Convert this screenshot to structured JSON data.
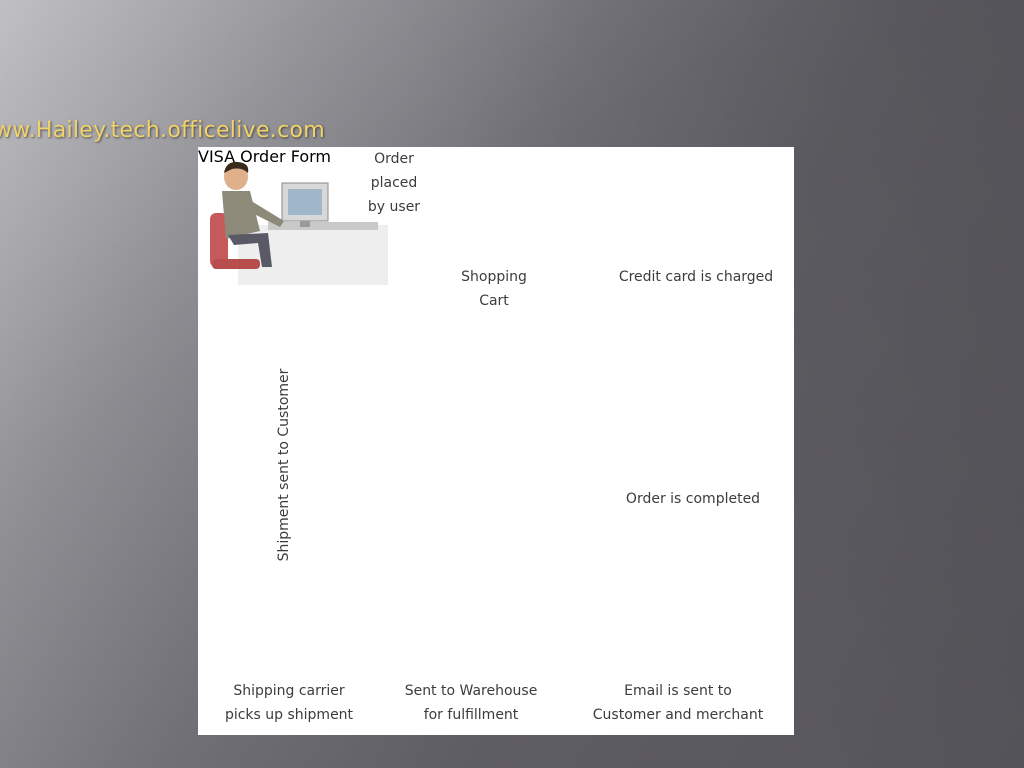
{
  "slide": {
    "watermark_url": "ww.Hailey.tech.officelive.com"
  },
  "diagram": {
    "order_label_lines": [
      "Order",
      "placed",
      "by user"
    ],
    "cart_label_lines": [
      "Shopping",
      "Cart"
    ],
    "credit_label": "Credit card is charged",
    "visa_text": "VISA",
    "form_title": "Order Form",
    "order_completed_label": "Order is completed",
    "email_label_lines": [
      "Email is sent to",
      "Customer and merchant"
    ],
    "warehouse_label_lines": [
      "Sent to Warehouse",
      "for fulfillment"
    ],
    "carrier_label_lines": [
      "Shipping carrier",
      "picks up shipment"
    ],
    "shipment_label": "Shipment sent to Customer"
  },
  "colors": {
    "arrow": "#1f8fd8",
    "url_text": "#f2d36a"
  }
}
